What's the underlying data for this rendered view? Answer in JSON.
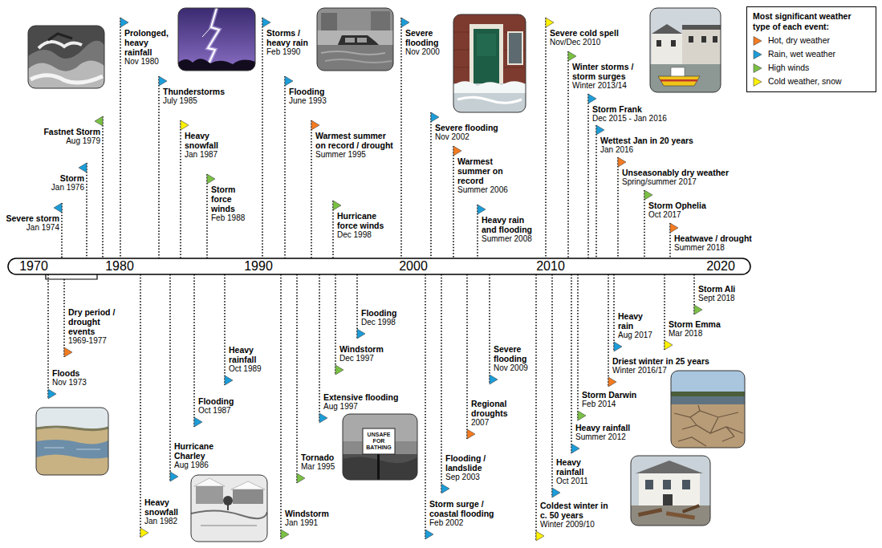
{
  "diagram": {
    "labels": [
      "Severe storm",
      "Jan 1974",
      "Storm",
      "Jan 1976",
      "Fastnet Storm",
      "Aug 1979",
      "Prolonged, heavy rainfall",
      "Nov 1980",
      "Thunderstorms",
      "July 1985",
      "Heavy snowfall",
      "Jan 1987",
      "Storm force winds",
      "Feb 1988",
      "Storms / heavy rain",
      "Feb 1990",
      "Flooding",
      "June 1993",
      "Warmest summer on record / drought",
      "Summer 1995",
      "Hurricane force winds",
      "Dec 1998",
      "Severe flooding",
      "Nov 2000",
      "Severe flooding",
      "Nov 2002",
      "Warmest summer on record",
      "Summer 2006",
      "Heavy rain and flooding",
      "Summer 2008",
      "Severe cold spell",
      "Nov/Dec 2010",
      "Winter storms / storm surges",
      "Winter 2013/14",
      "Storm Frank",
      "Dec 2015 - Jan 2016",
      "Wettest Jan in 20 years",
      "Jan 2016",
      "Unseasonably dry weather",
      "Spring/summer 2017",
      "Storm Ophelia",
      "Oct 2017",
      "Heatwave / drought",
      "Summer 2018",
      "Dry period / drought events",
      "1969-1977",
      "Floods",
      "Nov 1973",
      "Heavy snowfall",
      "Jan 1982",
      "Hurricane Charley",
      "Aug 1986",
      "Flooding",
      "Oct 1987",
      "Heavy rainfall",
      "Oct 1989",
      "Windstorm",
      "Jan 1991",
      "Tornado",
      "Mar 1995",
      "Extensive flooding",
      "Aug 1997",
      "Windstorm",
      "Dec 1997",
      "Flooding",
      "Dec 1998",
      "Storm surge / coastal flooding",
      "Feb 2002",
      "Flooding / landslide",
      "Sep 2003",
      "Regional droughts",
      "2007",
      "Severe flooding",
      "Nov 2009",
      "Coldest winter in c. 50 years",
      "Winter 2009/10",
      "Heavy rainfall",
      "Oct 2011",
      "Heavy rainfall",
      "Summer 2012",
      "Storm Darwin",
      "Feb 2014",
      "Driest winter in 25 years",
      "Winter 2016/17",
      "Heavy rain",
      "Aug 2017",
      "Storm Emma",
      "Mar 2018",
      "Storm Ali",
      "Sept 2018",
      "1970",
      "1980",
      "1990",
      "2000",
      "2010",
      "2020",
      "Most significant weather type of each event:",
      "UNSAFE FOR BATHING"
    ],
    "legend": [
      {
        "text": "Hot, dry weather",
        "color": "#F47B20"
      },
      {
        "text": "Rain, wet weather",
        "color": "#1B9DD9"
      },
      {
        "text": "High winds",
        "color": "#7AC143"
      },
      {
        "text": "Cold weather, snow",
        "color": "#FFF200"
      }
    ]
  }
}
